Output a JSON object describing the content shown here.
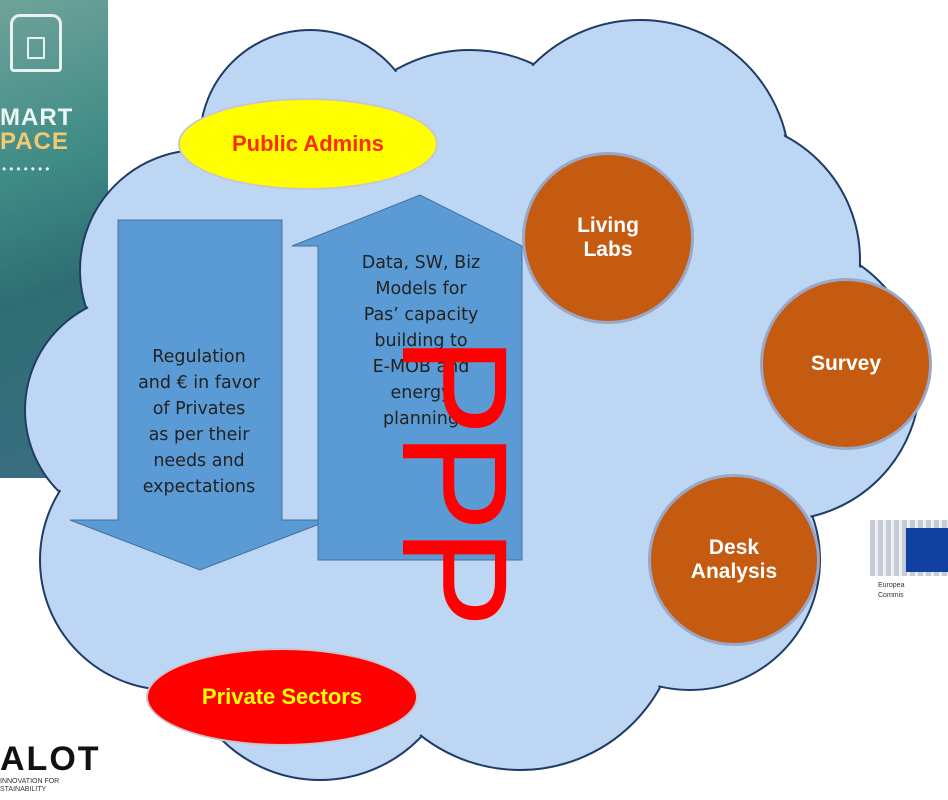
{
  "poster": {
    "line1": "MART",
    "line2": "PACE",
    "dots": "•••••••"
  },
  "ellipses": {
    "public_admins": "Public Admins",
    "private_sectors": "Private Sectors"
  },
  "arrows": {
    "down": [
      "Regulation",
      "and € in favor",
      "of Privates",
      "as per their",
      "needs and",
      "expectations"
    ],
    "up": [
      "Data, SW, Biz",
      "Models for",
      "Pas’ capacity",
      "building to",
      "E-MOB and",
      "energy",
      "planning"
    ]
  },
  "ppp": "PPP",
  "circles": {
    "living_labs": [
      "Living",
      "Labs"
    ],
    "survey": [
      "Survey"
    ],
    "desk_analysis": [
      "Desk",
      "Analysis"
    ]
  },
  "eu_logo": {
    "line1": "Europea",
    "line2": "Commis"
  },
  "bottom_logo": {
    "big": "ALOT",
    "line1": "INNOVATION FOR",
    "line2": "STAINABILITY"
  },
  "colors": {
    "cloud_fill": "#bcd6f3",
    "cloud_stroke": "#1f3c66",
    "arrow_fill": "#5b9bd5",
    "public_fill": "#ffff00",
    "private_fill": "#ff0000",
    "circle_fill": "#c55a11",
    "ppp_color": "#ff0000"
  }
}
